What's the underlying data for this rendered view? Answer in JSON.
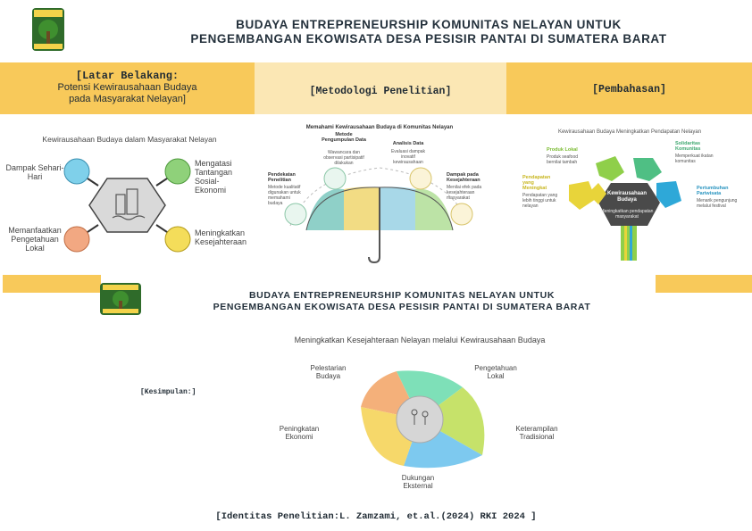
{
  "header": {
    "title_line1": "BUDAYA ENTREPRENEURSHIP KOMUNITAS NELAYAN UNTUK",
    "title_line2": "PENGEMBANGAN EKOWISATA DESA PESISIR PANTAI DI SUMATERA BARAT"
  },
  "sections": {
    "latar_line1": "[Latar Belakang:",
    "latar_line2": "Potensi Kewirausahaan Budaya",
    "latar_line3": "pada Masyarakat Nelayan]",
    "metodologi": "[Metodologi Penelitian]",
    "pembahasan": "[Pembahasan]",
    "kesimpulan": "[Kesimpulan:]"
  },
  "latar": {
    "title": "Kewirausahaan Budaya dalam Masyarakat Nelayan",
    "items": [
      {
        "label": "Dampak Sehari-Hari",
        "color": "#7fd0ea"
      },
      {
        "label": "Mengatasi Tantangan Sosial-Ekonomi",
        "color": "#8fd17a"
      },
      {
        "label": "Memanfaatkan Pengetahuan Lokal",
        "color": "#f2a882"
      },
      {
        "label": "Meningkatkan Kesejahteraan",
        "color": "#f4dd5a"
      }
    ]
  },
  "metodologi": {
    "title": "Memahami Kewirausahaan Budaya di Komunitas Nelayan",
    "items": [
      {
        "title": "Metode Pengumpulan Data",
        "desc": "Wawancara dan observasi partisipatif dilakukan"
      },
      {
        "title": "Analisis Data",
        "desc": "Evaluasi dampak inovatif kewirausahaan"
      },
      {
        "title": "Pendekatan Penelitian",
        "desc": "Metode kualitatif digunakan untuk memahami budaya"
      },
      {
        "title": "Dampak pada Kesejahteraan",
        "desc": "Menilai efek pada kesejahteraan masyarakat"
      }
    ]
  },
  "pembahasan": {
    "title": "Kewirausahaan Budaya Meningkatkan Pendapatan Nelayan",
    "center_title": "Kewirausahaan Budaya",
    "center_desc": "Meningkatkan pendapatan masyarakat",
    "items": [
      {
        "title": "Produk Lokal",
        "desc": "Produk seafood bernilai tambah",
        "color": "#8fcf4a"
      },
      {
        "title": "Solidaritas Komunitas",
        "desc": "Memperkuat ikatan komunitas",
        "color": "#4fbf84"
      },
      {
        "title": "Pendapatan yang Meningkat",
        "desc": "Pendapatan yang lebih tinggi untuk nelayan",
        "color": "#e8d43a"
      },
      {
        "title": "Pertumbuhan Pariwisata",
        "desc": "Menarik pengunjung melalui festival",
        "color": "#2ea8d8"
      }
    ]
  },
  "kesimpulan": {
    "title": "Meningkatkan Kesejahteraan Nelayan melalui Kewirausahaan Budaya",
    "items": [
      {
        "label": "Pelestarian Budaya",
        "color": "#f4b07a"
      },
      {
        "label": "Pengetahuan Lokal",
        "color": "#7ee0b8"
      },
      {
        "label": "Keterampilan Tradisional",
        "color": "#c6e26a"
      },
      {
        "label": "Dukungan Eksternal",
        "color": "#7dc9ef"
      },
      {
        "label": "Peningkatan Ekonomi",
        "color": "#f6d86a"
      }
    ]
  },
  "footer": {
    "text": "[Identitas Penelitian:L. Zamzami, et.al.(2024) RKI 2024 ]"
  },
  "colors": {
    "band": "#f8c95a",
    "cell": "#fbe7b4"
  },
  "icons": [
    "university-logo",
    "buildings-icon",
    "umbrella-icon",
    "hexagon-icon",
    "people-icon"
  ]
}
